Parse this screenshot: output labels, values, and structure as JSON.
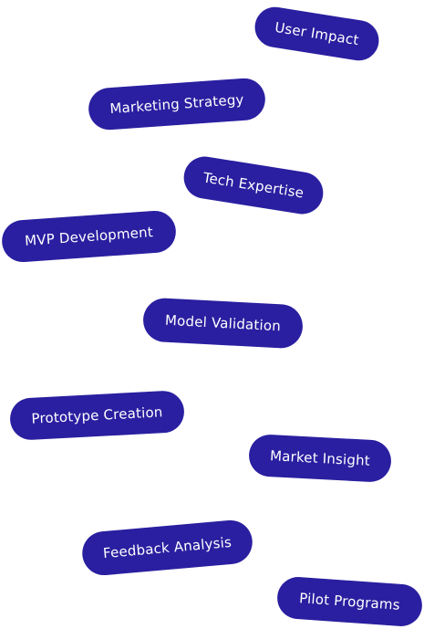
{
  "pills": [
    {
      "label": "User Impact"
    },
    {
      "label": "Marketing Strategy"
    },
    {
      "label": "Tech Expertise"
    },
    {
      "label": "MVP Development"
    },
    {
      "label": "Model Validation"
    },
    {
      "label": "Prototype Creation"
    },
    {
      "label": "Market Insight"
    },
    {
      "label": "Feedback Analysis"
    },
    {
      "label": "Pilot Programs"
    }
  ],
  "colors": {
    "pill_background": "#2a1fa0",
    "pill_text": "#ffffff",
    "page_background": "#ffffff"
  }
}
